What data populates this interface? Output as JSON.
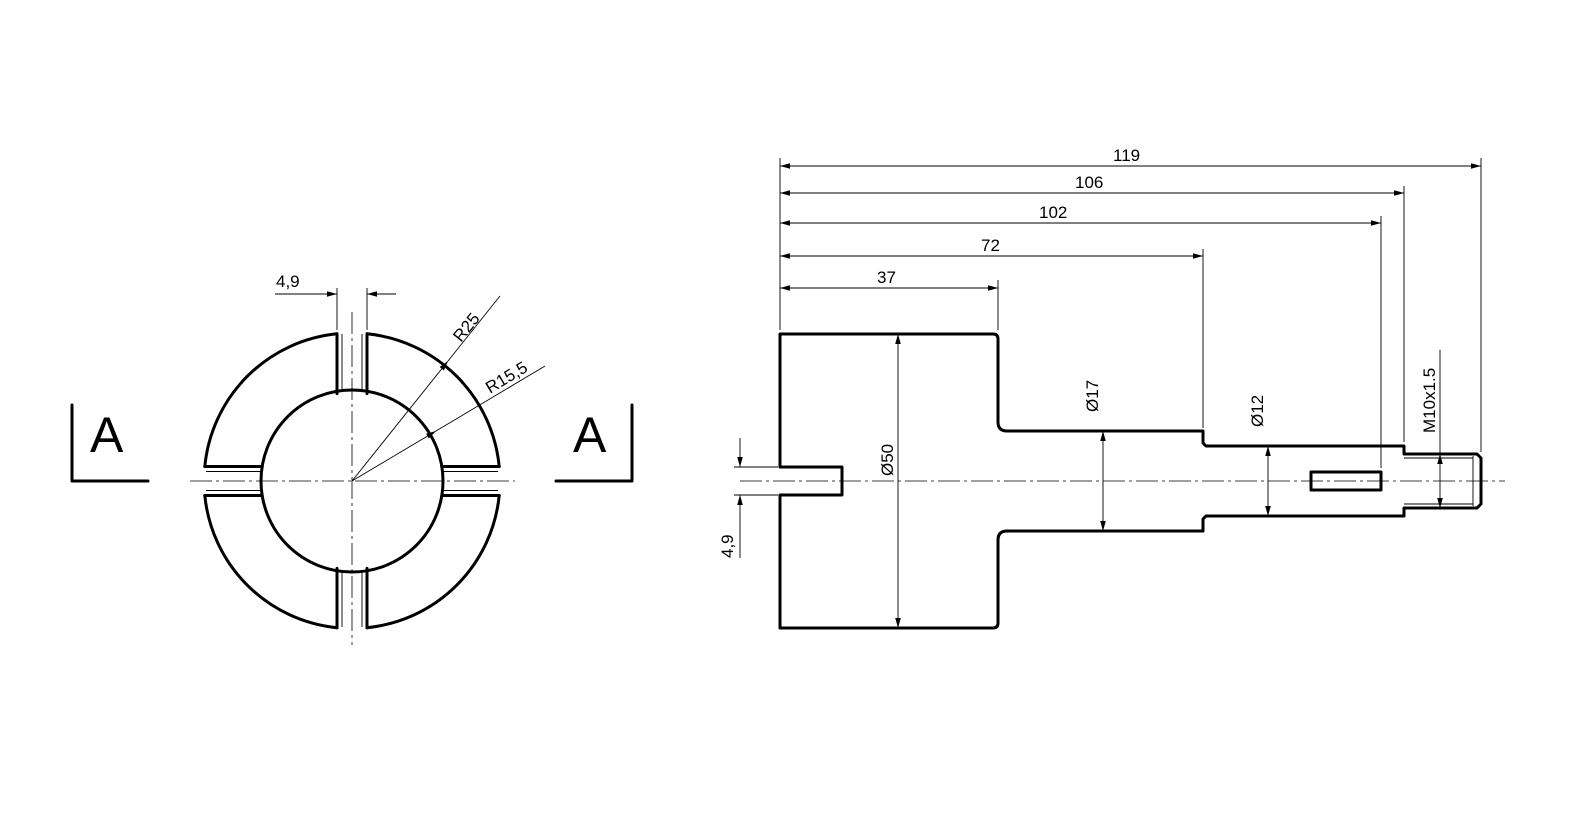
{
  "section_labels": {
    "left": "A",
    "right": "A"
  },
  "end_view": {
    "slot_width": "4,9",
    "outer_radius": "R25",
    "inner_radius": "R15,5"
  },
  "side_view": {
    "lengths": [
      "119",
      "106",
      "102",
      "72",
      "37"
    ],
    "diameters": {
      "d50": "Ø50",
      "d17": "Ø17",
      "d12": "Ø12",
      "thread": "M10x1.5"
    },
    "slot_width": "4,9"
  }
}
